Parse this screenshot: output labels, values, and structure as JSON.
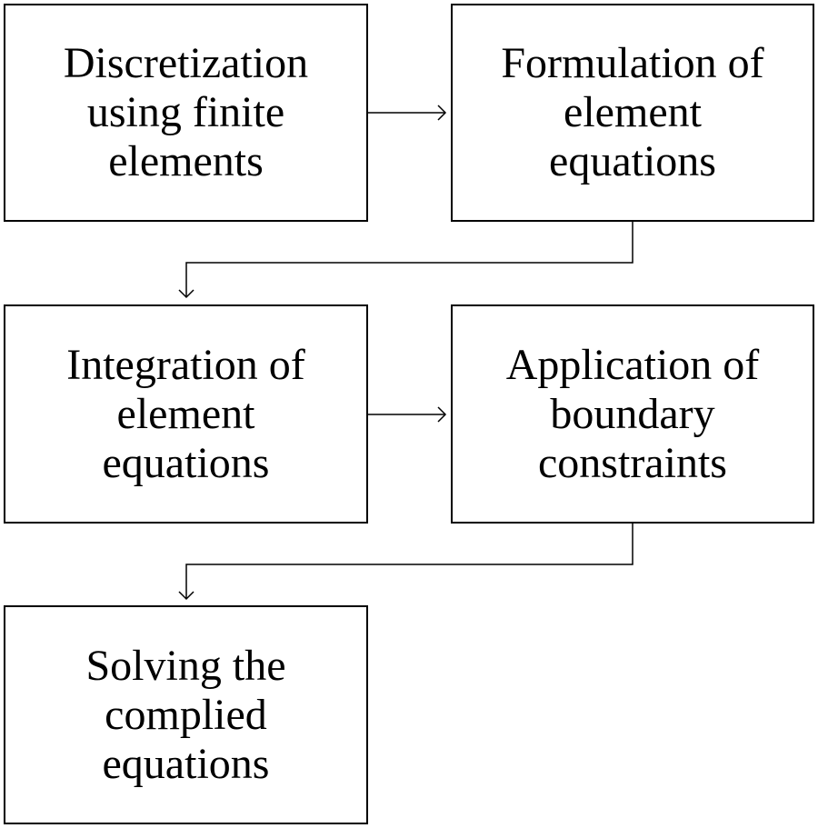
{
  "diagram": {
    "steps": [
      {
        "label": "Discretization\nusing finite\nelements"
      },
      {
        "label": "Formulation of\nelement\nequations"
      },
      {
        "label": "Integration of\nelement\nequations"
      },
      {
        "label": "Application of\nboundary\nconstraints"
      },
      {
        "label": "Solving the\ncomplied\nequations"
      }
    ],
    "connections": [
      {
        "from": 1,
        "to": 2
      },
      {
        "from": 2,
        "to": 3
      },
      {
        "from": 3,
        "to": 4
      },
      {
        "from": 4,
        "to": 5
      }
    ]
  }
}
